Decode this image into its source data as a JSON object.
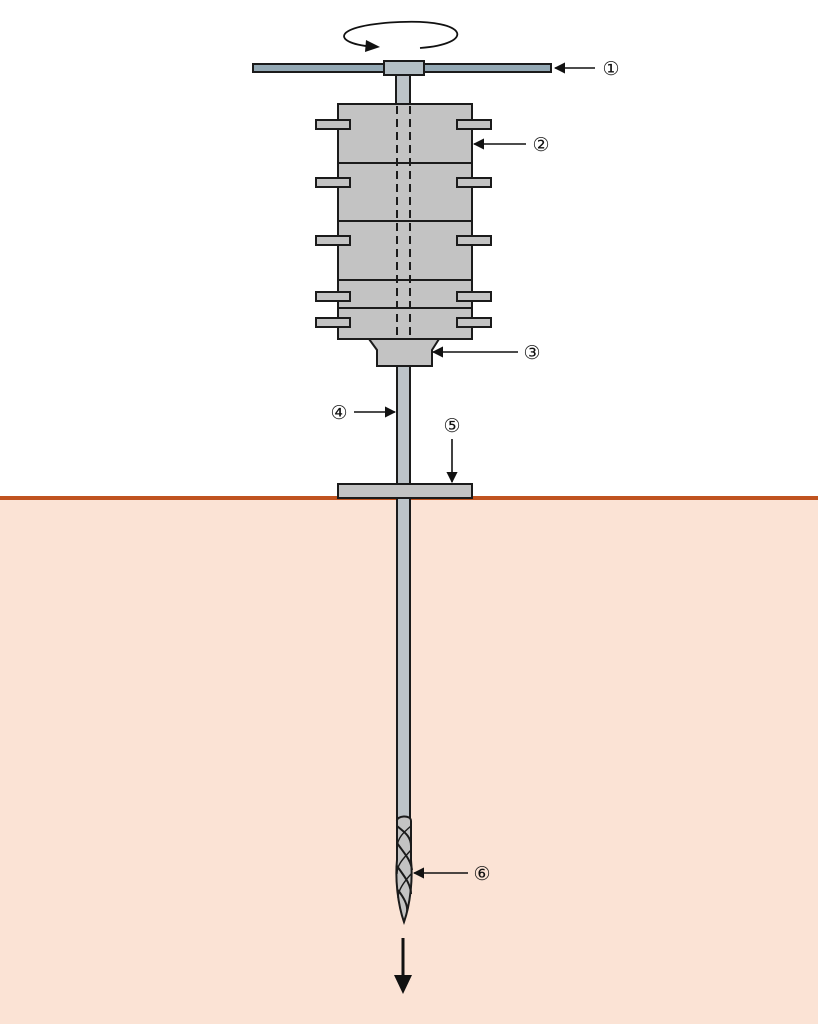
{
  "diagram": {
    "colors": {
      "sky": "#ffffff",
      "soil": "#fbe3d5",
      "ground_line": "#c0531f",
      "metal": "#c3c3c3",
      "rod": "#bcc3c8",
      "handle": "#93a8b4",
      "outline": "#1b1b1b"
    },
    "callouts": [
      {
        "id": "1",
        "label": "①",
        "part": "handle"
      },
      {
        "id": "2",
        "label": "②",
        "part": "weights"
      },
      {
        "id": "3",
        "label": "③",
        "part": "anvil"
      },
      {
        "id": "4",
        "label": "④",
        "part": "rod"
      },
      {
        "id": "5",
        "label": "⑤",
        "part": "guide-plate"
      },
      {
        "id": "6",
        "label": "⑥",
        "part": "auger-bit"
      }
    ],
    "icons": {
      "rotation": "rotation-arrow-icon",
      "direction": "down-arrow-icon"
    }
  }
}
